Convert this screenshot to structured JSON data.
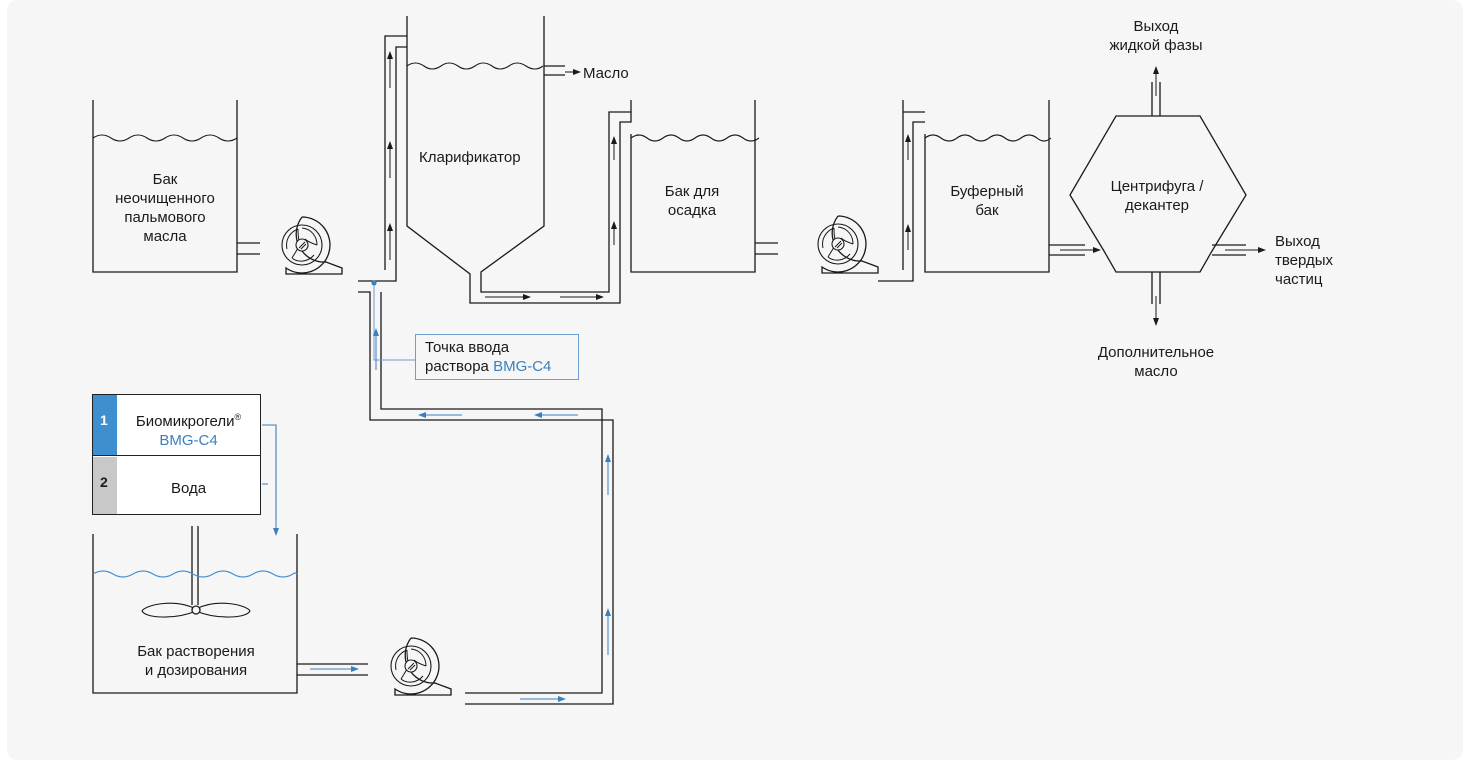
{
  "labels": {
    "raw_tank": [
      "Бак",
      "неочищенного",
      "пальмового",
      "масла"
    ],
    "clarifier": "Кларификатор",
    "oil_out": "Масло",
    "sediment_tank": [
      "Бак для",
      "осадка"
    ],
    "buffer_tank": [
      "Буферный",
      "бак"
    ],
    "centrifuge": [
      "Центрифуга /",
      "декантер"
    ],
    "liquid_out": [
      "Выход",
      "жидкой фазы"
    ],
    "solids_out": [
      "Выход",
      "твердых",
      "частиц"
    ],
    "extra_oil": [
      "Дополнительное",
      "масло"
    ],
    "injection_point": {
      "line1": "Точка ввода",
      "line2": "раствора ",
      "line2_highlight": "BMG-C4"
    },
    "dosing_tank": [
      "Бак растворения",
      "и дозирования"
    ]
  },
  "legend": [
    {
      "num": "1",
      "title": "Биомикрогели",
      "sup": "®",
      "subtitle": "BMG-C4",
      "color": "#3d8fd0"
    },
    {
      "num": "2",
      "title": "Вода",
      "color": "#c8c8c8"
    }
  ],
  "colors": {
    "line": "#1a1a1a",
    "flow_blue": "#3a80c0",
    "wave_blue": "#4a8fd0",
    "accent": "#3d8fd0"
  }
}
